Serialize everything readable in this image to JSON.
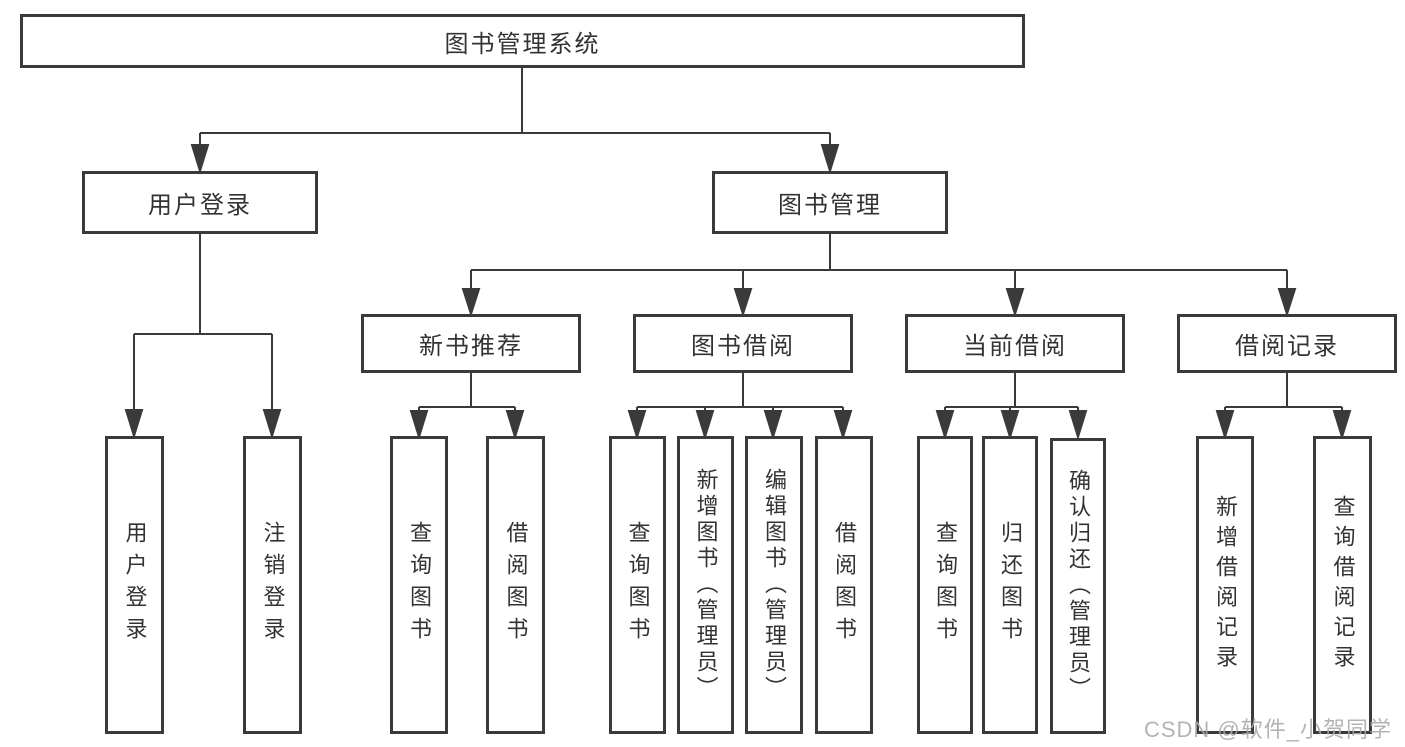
{
  "diagram": {
    "type": "tree",
    "root": {
      "label": "图书管理系统"
    },
    "branches": [
      {
        "label": "用户登录",
        "children": [
          {
            "label": "用户登录"
          },
          {
            "label": "注销登录"
          }
        ]
      },
      {
        "label": "图书管理",
        "children": [
          {
            "label": "新书推荐",
            "children": [
              {
                "label": "查询图书"
              },
              {
                "label": "借阅图书"
              }
            ]
          },
          {
            "label": "图书借阅",
            "children": [
              {
                "label": "查询图书"
              },
              {
                "label": "新增图书（管理员）"
              },
              {
                "label": "编辑图书（管理员）"
              },
              {
                "label": "借阅图书"
              }
            ]
          },
          {
            "label": "当前借阅",
            "children": [
              {
                "label": "查询图书"
              },
              {
                "label": "归还图书"
              },
              {
                "label": "确认归还（管理员）"
              }
            ]
          },
          {
            "label": "借阅记录",
            "children": [
              {
                "label": "新增借阅记录"
              },
              {
                "label": "查询借阅记录"
              }
            ]
          }
        ]
      }
    ]
  },
  "watermark": {
    "text": "CSDN @软件_小贺同学"
  },
  "style": {
    "line_color": "#3a3a3a",
    "text_color": "#333333",
    "watermark_color": "#a8a8a8",
    "background": "#ffffff"
  }
}
